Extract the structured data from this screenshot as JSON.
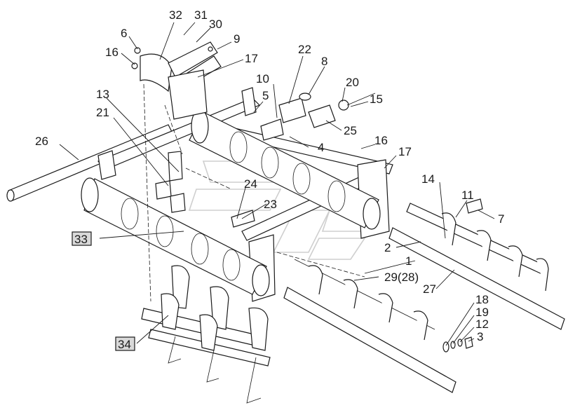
{
  "diagram": {
    "callouts": [
      {
        "id": "c32",
        "text": "32"
      },
      {
        "id": "c31",
        "text": "31"
      },
      {
        "id": "c30",
        "text": "30"
      },
      {
        "id": "c6",
        "text": "6"
      },
      {
        "id": "c9",
        "text": "9"
      },
      {
        "id": "c16a",
        "text": "16"
      },
      {
        "id": "c17a",
        "text": "17"
      },
      {
        "id": "c22",
        "text": "22"
      },
      {
        "id": "c8",
        "text": "8"
      },
      {
        "id": "c10",
        "text": "10"
      },
      {
        "id": "c20",
        "text": "20"
      },
      {
        "id": "c13",
        "text": "13"
      },
      {
        "id": "c5",
        "text": "5"
      },
      {
        "id": "c15",
        "text": "15"
      },
      {
        "id": "c21",
        "text": "21"
      },
      {
        "id": "c25",
        "text": "25"
      },
      {
        "id": "c26",
        "text": "26"
      },
      {
        "id": "c16b",
        "text": "16"
      },
      {
        "id": "c4",
        "text": "4"
      },
      {
        "id": "c17b",
        "text": "17"
      },
      {
        "id": "c14",
        "text": "14"
      },
      {
        "id": "c11",
        "text": "11"
      },
      {
        "id": "c24",
        "text": "24"
      },
      {
        "id": "c7",
        "text": "7"
      },
      {
        "id": "c23",
        "text": "23"
      },
      {
        "id": "c33",
        "text": "33"
      },
      {
        "id": "c2",
        "text": "2"
      },
      {
        "id": "c1",
        "text": "1"
      },
      {
        "id": "c29",
        "text": "29(28)"
      },
      {
        "id": "c27",
        "text": "27"
      },
      {
        "id": "c18",
        "text": "18"
      },
      {
        "id": "c19",
        "text": "19"
      },
      {
        "id": "c12",
        "text": "12"
      },
      {
        "id": "c3",
        "text": "3"
      },
      {
        "id": "c34",
        "text": "34"
      }
    ]
  }
}
